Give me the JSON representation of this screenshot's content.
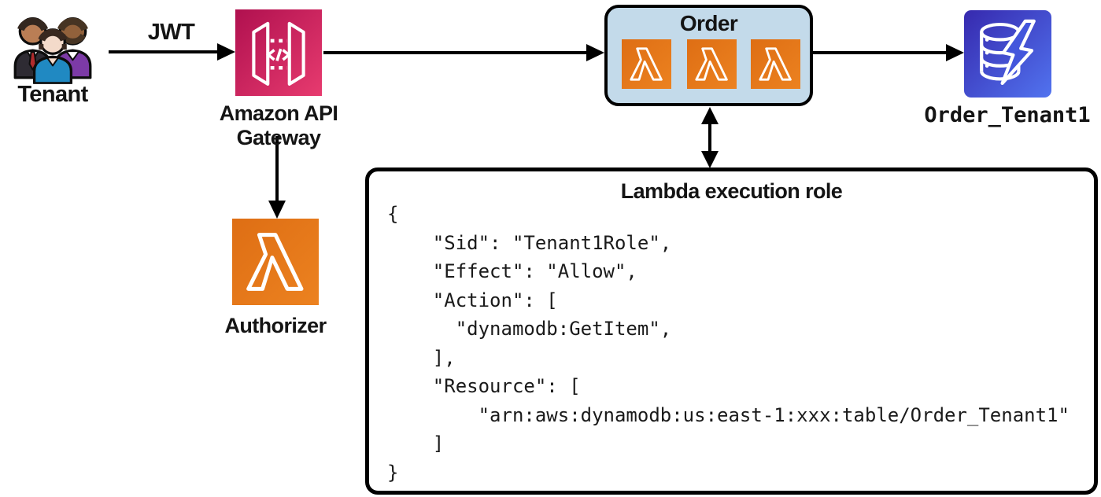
{
  "nodes": {
    "tenant": {
      "label": "Tenant"
    },
    "api_gateway": {
      "label": "Amazon API Gateway"
    },
    "order_group": {
      "title": "Order",
      "lambda_count": 3
    },
    "dynamodb_table": {
      "label": "Order_Tenant1"
    },
    "authorizer": {
      "label": "Authorizer"
    }
  },
  "edges": {
    "jwt_label": "JWT"
  },
  "execution_role": {
    "title": "Lambda execution role",
    "code": "{\n    \"Sid\": \"Tenant1Role\",\n    \"Effect\": \"Allow\",\n    \"Action\": [\n      \"dynamodb:GetItem\",\n    ],\n    \"Resource\": [\n        \"arn:aws:dynamodb:us:east-1:xxx:table/Order_Tenant1\"\n    ]\n}"
  },
  "colors": {
    "lambda_orange": "#E6761D",
    "api_gateway_pink_start": "#B0104F",
    "api_gateway_pink_end": "#E73B6F",
    "dynamodb_blue_start": "#3629AE",
    "dynamodb_blue_end": "#5173EF",
    "order_group_fill": "#C3DAEA",
    "arrow_black": "#000000"
  }
}
